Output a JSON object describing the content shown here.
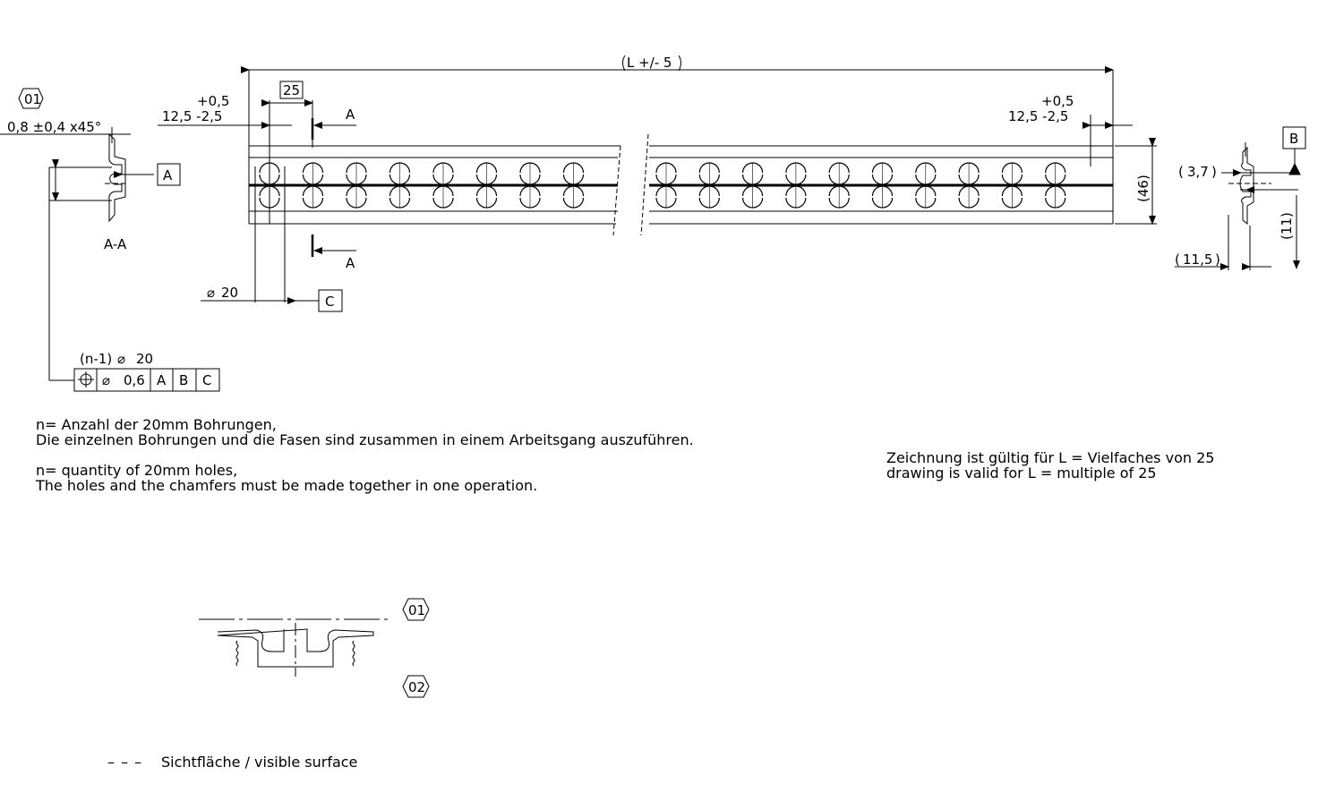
{
  "dims": {
    "overall_length": "L +/- 5",
    "pitch": "25",
    "tol_upper": "+0,5",
    "offset_left": "12,5 -2,5",
    "offset_right": "12,5 -2,5",
    "height": "(46)",
    "chamfer": "0,8 ±0,4 x45°",
    "hole_dia": "20",
    "profile_3_7": "3,7",
    "profile_11_5": "11,5",
    "profile_11": "(11)",
    "pattern_count": "(n-1)",
    "pattern_dia": "20",
    "tolerance_value": "0,6"
  },
  "labels": {
    "section_letter": "A",
    "section_view": "A-A",
    "datum_a": "A",
    "datum_b": "B",
    "datum_c": "C",
    "tag_01": "01",
    "tag_02": "02"
  },
  "notes": {
    "de_line1": "n= Anzahl der 20mm Bohrungen,",
    "de_line2": "Die einzelnen Bohrungen und die Fasen sind zusammen in einem Arbeitsgang auszuführen.",
    "en_line1": "n= quantity of 20mm holes,",
    "en_line2": "The holes and the chamfers must be made together in one operation.",
    "valid_de": "Zeichnung ist gültig für L = Vielfaches von 25",
    "valid_en": "drawing is valid for L = multiple of 25"
  },
  "legend": {
    "dash": "– – –",
    "text": "Sichtfläche / visible surface"
  }
}
